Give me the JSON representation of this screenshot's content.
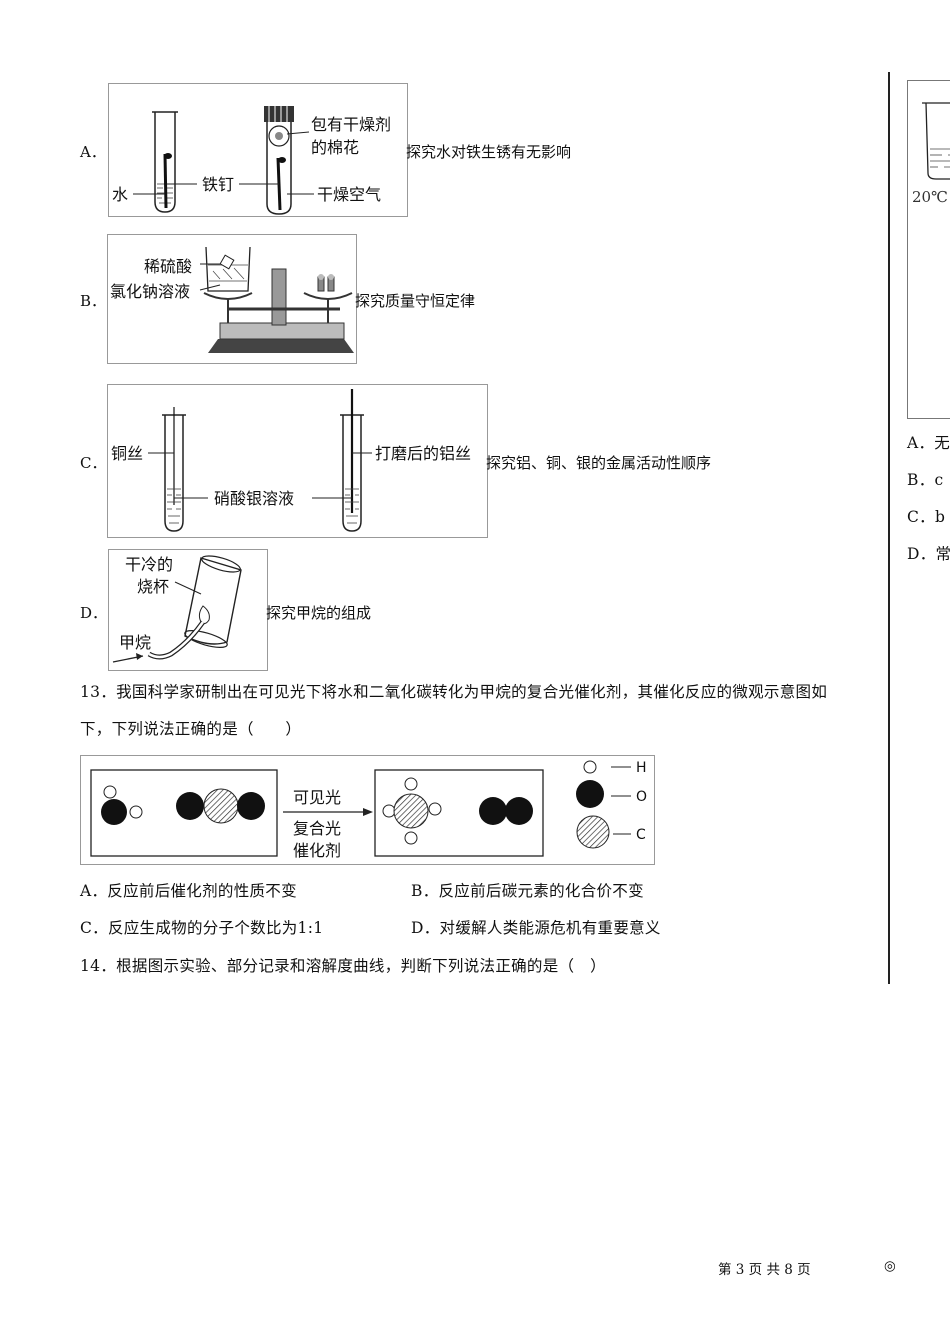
{
  "q12": {
    "options": [
      {
        "letter": "A．",
        "caption": "探究水对铁生锈有无影响",
        "labels": {
          "water": "水",
          "nail": "铁钉",
          "cotton_line1": "包有干燥剂",
          "cotton_line2": "的棉花",
          "dry_air": "干燥空气"
        }
      },
      {
        "letter": "B．",
        "caption": "探究质量守恒定律",
        "labels": {
          "acid": "稀硫酸",
          "salt": "氯化钠溶液"
        }
      },
      {
        "letter": "C．",
        "caption": "探究铝、铜、银的金属活动性顺序",
        "labels": {
          "copper": "铜丝",
          "aluminum": "打磨后的铝丝",
          "solution": "硝酸银溶液"
        }
      },
      {
        "letter": "D．",
        "caption": "探究甲烷的组成",
        "labels": {
          "beaker_line1": "干冷的",
          "beaker_line2": "烧杯",
          "methane": "甲烷"
        }
      }
    ]
  },
  "q13": {
    "stem_line1": "13．我国科学家研制出在可见光下将水和二氧化碳转化为甲烷的复合光催化剂，其催化反应的微观示意图如",
    "stem_line2": "下，下列说法正确的是（　　）",
    "figure": {
      "cond1": "可见光",
      "cond2": "复合光",
      "cond3": "催化剂",
      "legend_h": "H",
      "legend_o": "O",
      "legend_c": "C"
    },
    "options": [
      "A．反应前后催化剂的性质不变",
      "B．反应前后碳元素的化合价不变",
      "C．反应生成物的分子个数比为1:1",
      "D．对缓解人类能源危机有重要意义"
    ]
  },
  "q14": {
    "stem": "14．根据图示实验、部分记录和溶解度曲线，判断下列说法正确的是（　）"
  },
  "right_column": {
    "temp_label": "20℃",
    "options": [
      "A．无",
      "B．c",
      "C．b",
      "D．常"
    ]
  },
  "footer": {
    "page": "第 3 页  共 8 页",
    "mark": "◎"
  }
}
